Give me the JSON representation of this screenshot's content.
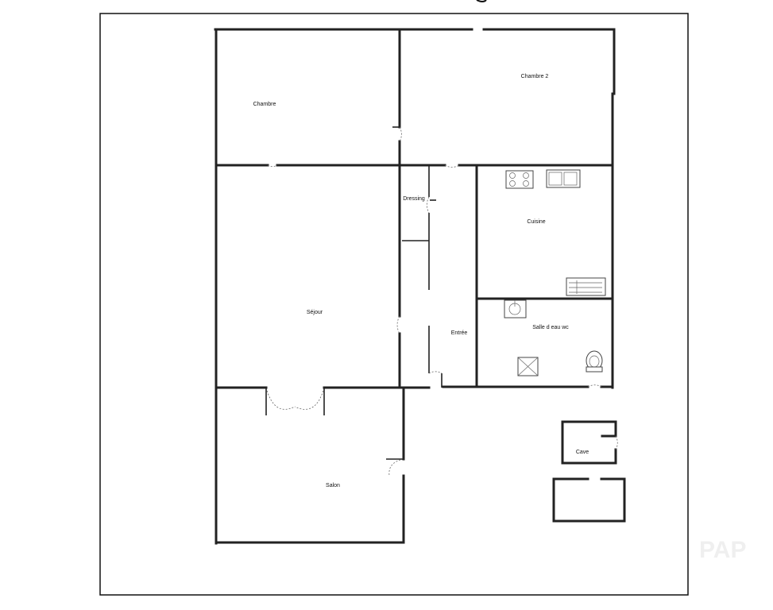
{
  "rooms": {
    "chambre": "Chambre",
    "chambre2": "Chambre 2",
    "dressing": "Dressing",
    "cuisine": "Cuisine",
    "sejour": "Séjour",
    "entree": "Entrée",
    "salle_eau": "Salle d eau wc",
    "salon": "Salon",
    "cave": "Cave"
  },
  "watermark": "PAP",
  "colors": {
    "wall": "#222222",
    "background": "#ffffff"
  }
}
